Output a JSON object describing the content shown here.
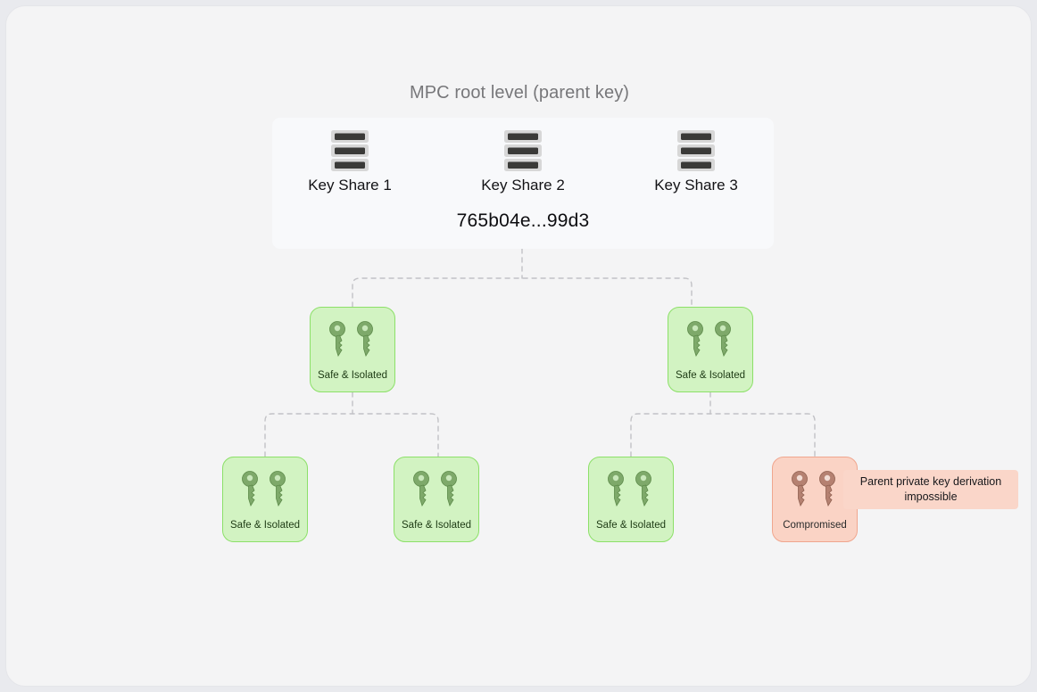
{
  "card": {
    "background": "#f4f4f5",
    "page_background": "#e9eaee"
  },
  "diagram": {
    "type": "tree",
    "title": "MPC root level (parent key)",
    "title_color": "#77777a"
  },
  "root_panel": {
    "background": "#f8f9fb",
    "hash": "765b04e...99d3",
    "shares": [
      {
        "label": "Key Share 1",
        "icon": "key-share-stack-icon"
      },
      {
        "label": "Key Share 2",
        "icon": "key-share-stack-icon"
      },
      {
        "label": "Key Share 3",
        "icon": "key-share-stack-icon"
      }
    ]
  },
  "status_colors": {
    "safe_fill": "#d2f3c2",
    "safe_border": "#8ce068",
    "safe_key": "#7ea96a",
    "compromised_fill": "#fad3c5",
    "compromised_border": "#f0a68e",
    "compromised_key": "#b58171",
    "connector": "#c2c2c6"
  },
  "nodes": {
    "level2": [
      {
        "id": "n2-1",
        "label": "Safe & Isolated",
        "state": "safe",
        "icon": "two-keys-icon"
      },
      {
        "id": "n2-2",
        "label": "Safe & Isolated",
        "state": "safe",
        "icon": "two-keys-icon"
      }
    ],
    "level3": [
      {
        "id": "n3-1",
        "label": "Safe & Isolated",
        "state": "safe",
        "icon": "two-keys-icon"
      },
      {
        "id": "n3-2",
        "label": "Safe & Isolated",
        "state": "safe",
        "icon": "two-keys-icon"
      },
      {
        "id": "n3-3",
        "label": "Safe & Isolated",
        "state": "safe",
        "icon": "two-keys-icon"
      },
      {
        "id": "n3-4",
        "label": "Compromised",
        "state": "compromised",
        "icon": "two-keys-icon"
      }
    ]
  },
  "annotations": {
    "derivation_note": "Parent private key derivation impossible"
  }
}
